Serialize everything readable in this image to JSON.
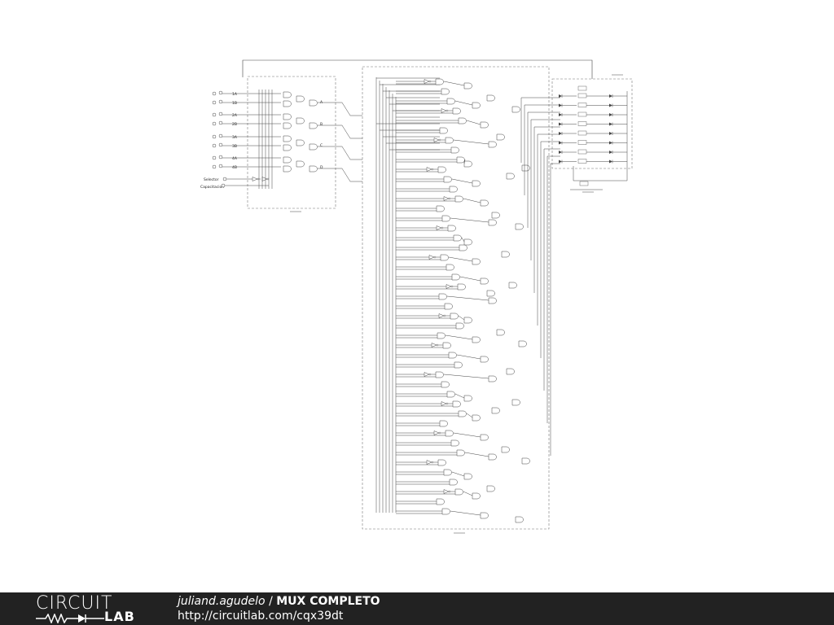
{
  "schematic": {
    "input_labels": [
      "1A",
      "1B",
      "2A",
      "2B",
      "3A",
      "3B",
      "4A",
      "4B"
    ],
    "output_labels": [
      "A",
      "B",
      "C",
      "D"
    ],
    "selector_label": "Selector",
    "enable_label": "Capacitacion"
  },
  "footer": {
    "logo_top": "CIRCUIT",
    "logo_bottom": "LAB",
    "author": "juliand.agudelo",
    "separator": " / ",
    "project": "MUX COMPLETO",
    "url": "http://circuitlab.com/cqx39dt"
  },
  "colors": {
    "footer_bg": "#222222",
    "wire": "#333333",
    "box": "#777777"
  }
}
